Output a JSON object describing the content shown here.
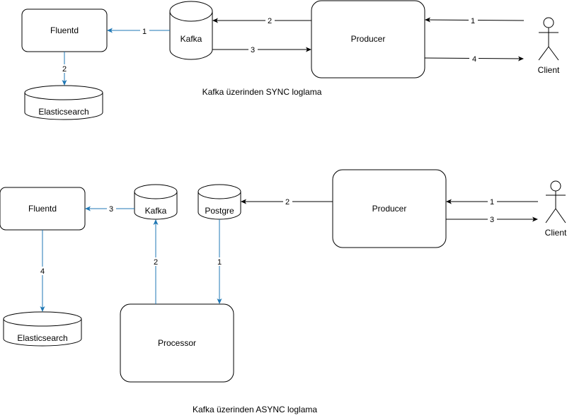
{
  "colors": {
    "blue_edge": "#1f77b4",
    "black_edge": "#000000"
  },
  "sync": {
    "caption": "Kafka üzerinden SYNC loglama",
    "fluentd": "Fluentd",
    "elasticsearch": "Elasticsearch",
    "kafka": "Kafka",
    "producer": "Producer",
    "client": "Client",
    "edges": {
      "kafka_to_fluentd": "1",
      "fluentd_to_elastic": "2",
      "producer_to_kafka": "2",
      "kafka_to_producer": "3",
      "client_to_producer": "1",
      "producer_to_client": "4"
    }
  },
  "async": {
    "caption": "Kafka üzerinden ASYNC loglama",
    "fluentd": "Fluentd",
    "elasticsearch": "Elasticsearch",
    "kafka": "Kafka",
    "postgre": "Postgre",
    "producer": "Producer",
    "processor": "Processor",
    "client": "Client",
    "edges": {
      "kafka_to_fluentd": "3",
      "fluentd_to_elastic": "4",
      "processor_to_kafka": "2",
      "postgre_to_processor": "1",
      "producer_to_postgre": "2",
      "client_to_producer": "1",
      "producer_to_client": "3"
    }
  }
}
